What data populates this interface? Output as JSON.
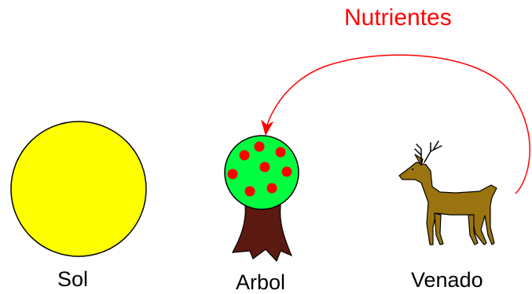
{
  "diagram": {
    "nodes": [
      {
        "id": "sol",
        "label": "Sol",
        "icon": "sun-icon"
      },
      {
        "id": "arbol",
        "label": "Arbol",
        "icon": "apple-tree-icon"
      },
      {
        "id": "venado",
        "label": "Venado",
        "icon": "deer-icon"
      }
    ],
    "arrow": {
      "from": "venado",
      "to": "arbol",
      "label": "Nutrientes"
    },
    "colors": {
      "sun": "#ffff00",
      "tree_foliage": "#00ff40",
      "fruit": "#ff0000",
      "trunk": "#5a1a10",
      "deer": "#9a7410",
      "arrow": "#ff0000",
      "label_text": "#000000"
    }
  }
}
